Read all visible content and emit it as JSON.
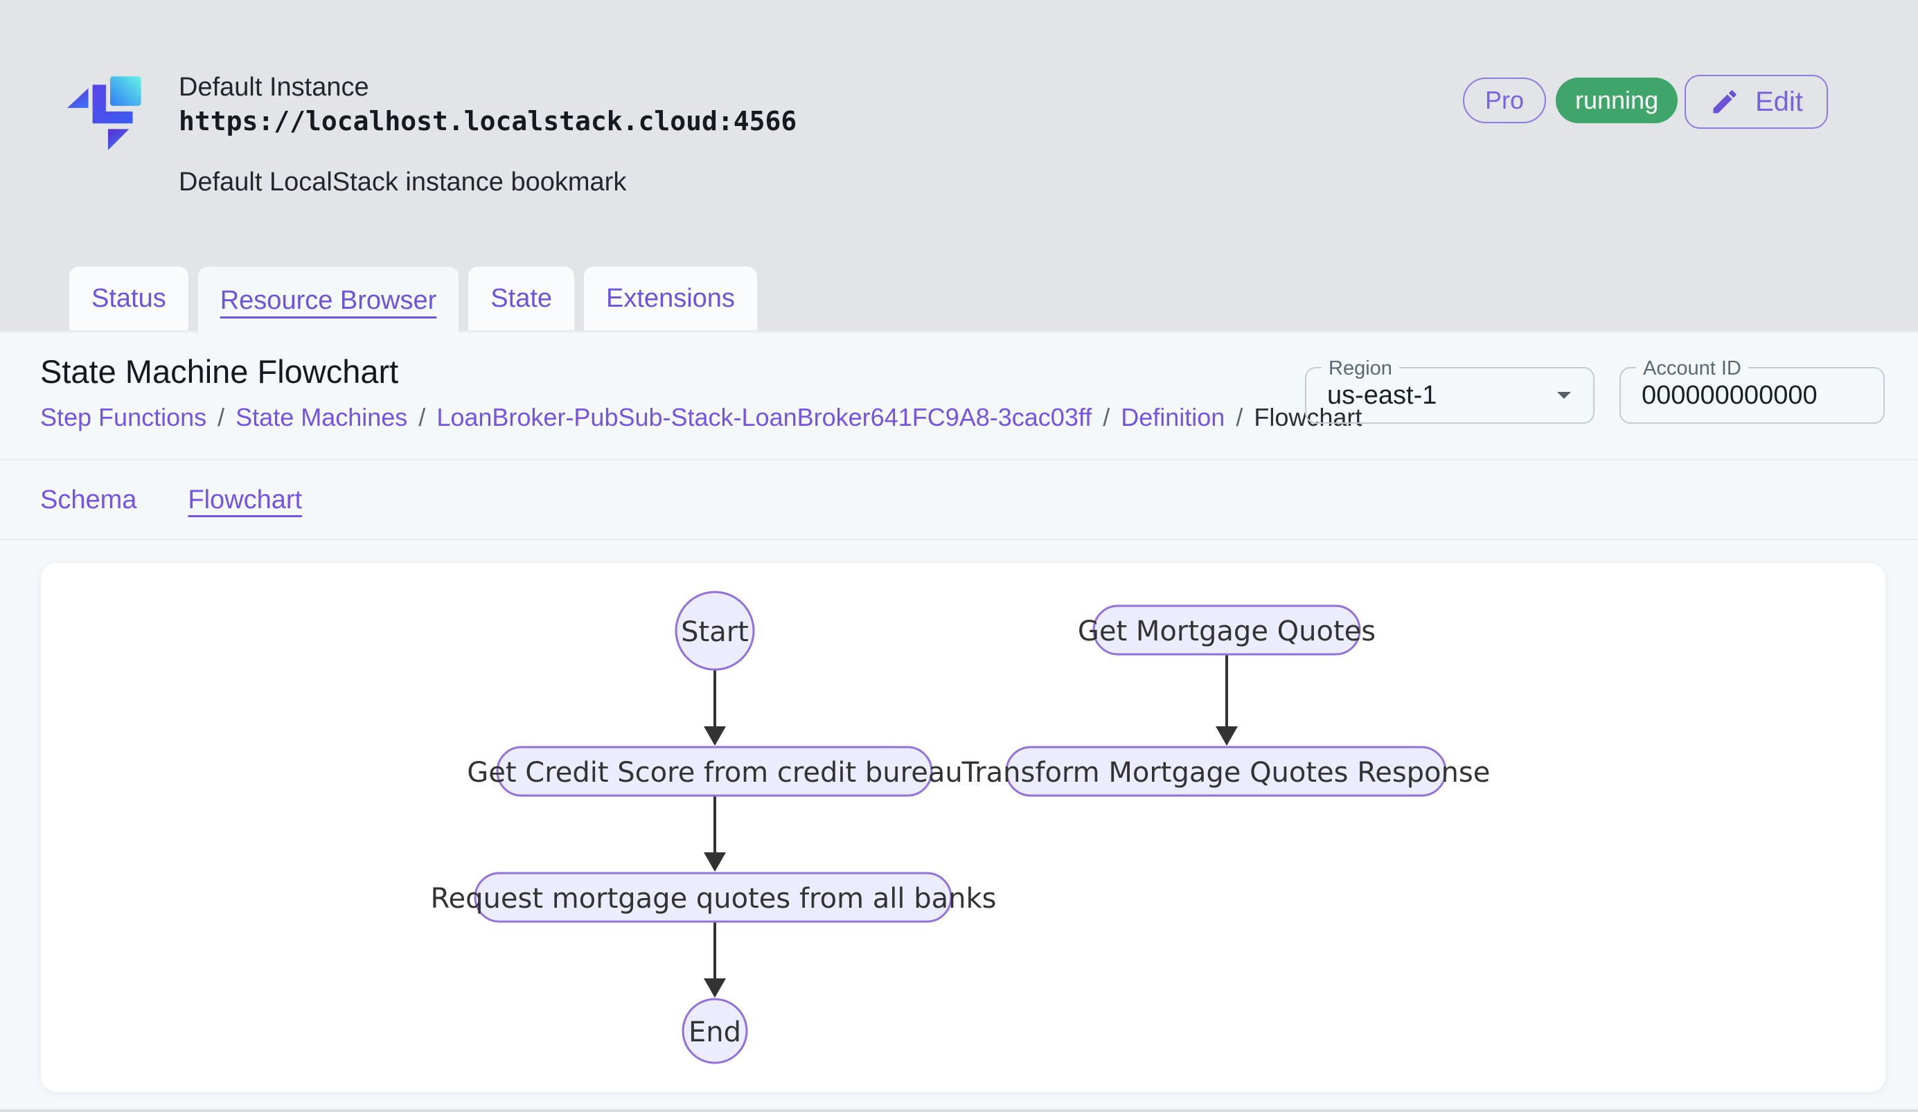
{
  "header": {
    "title": "Default Instance",
    "url": "https://localhost.localstack.cloud:4566",
    "subtitle": "Default LocalStack instance bookmark",
    "pro_badge": "Pro",
    "status_badge": "running",
    "edit_label": "Edit"
  },
  "tabs": [
    {
      "label": "Status",
      "active": false
    },
    {
      "label": "Resource Browser",
      "active": true
    },
    {
      "label": "State",
      "active": false
    },
    {
      "label": "Extensions",
      "active": false
    }
  ],
  "page": {
    "title": "State Machine Flowchart",
    "separator": "/",
    "breadcrumb": [
      {
        "label": "Step Functions",
        "link": true
      },
      {
        "label": "State Machines",
        "link": true
      },
      {
        "label": "LoanBroker-PubSub-Stack-LoanBroker641FC9A8-3cac03ff",
        "link": true
      },
      {
        "label": "Definition",
        "link": true
      },
      {
        "label": "Flowchart",
        "link": false
      }
    ],
    "region": {
      "label": "Region",
      "value": "us-east-1"
    },
    "account": {
      "label": "Account ID",
      "value": "000000000000"
    },
    "subtabs": [
      {
        "label": "Schema",
        "active": false
      },
      {
        "label": "Flowchart",
        "active": true
      }
    ]
  },
  "flowchart": {
    "nodes": {
      "start": {
        "label": "Start",
        "shape": "circle"
      },
      "get_credit": {
        "label": "Get Credit Score from credit bureau",
        "shape": "stadium"
      },
      "request": {
        "label": "Request mortgage quotes from all banks",
        "shape": "stadium"
      },
      "end": {
        "label": "End",
        "shape": "circle"
      },
      "get_quotes": {
        "label": "Get Mortgage Quotes",
        "shape": "stadium"
      },
      "transform": {
        "label": "Transform Mortgage Quotes Response",
        "shape": "stadium"
      }
    },
    "edges": [
      {
        "from": "start",
        "to": "get_credit"
      },
      {
        "from": "get_credit",
        "to": "request"
      },
      {
        "from": "request",
        "to": "end"
      },
      {
        "from": "get_quotes",
        "to": "transform"
      }
    ],
    "node_fill": "#ECECFF",
    "node_stroke": "#9370DB",
    "edge_color": "#333333"
  },
  "colors": {
    "accent_purple": "#7453e6",
    "badge_purple": "#7765e0",
    "status_green": "#3fa56b",
    "page_bg": "#e2e4e8",
    "panel_bg": "#f5f8fb"
  }
}
